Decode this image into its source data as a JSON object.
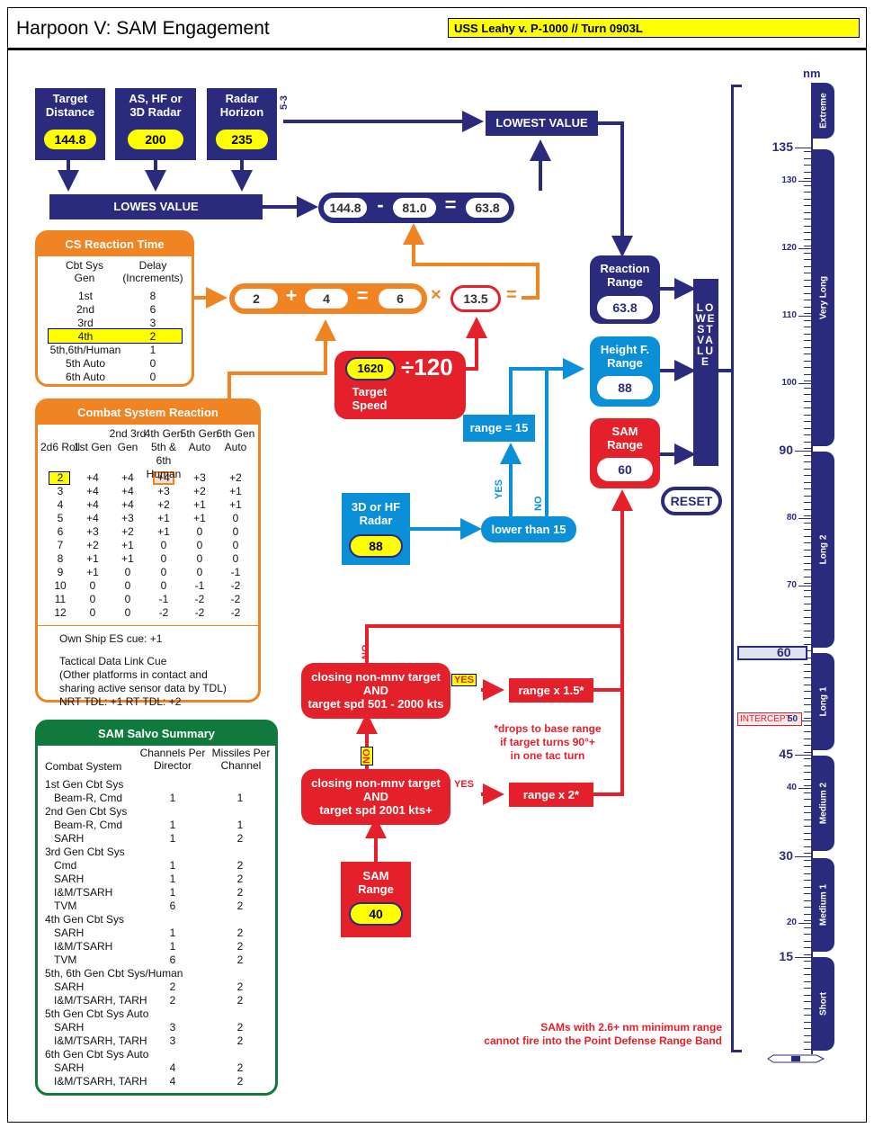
{
  "header": {
    "title": "Harpoon V: SAM Engagement",
    "scenario": "USS Leahy v. P-1000 // Turn 0903L"
  },
  "inputs": {
    "target_distance": {
      "label": "Target Distance",
      "value": "144.8"
    },
    "radar": {
      "label": "AS, HF or 3D Radar",
      "value": "200"
    },
    "radar_horizon": {
      "label": "Radar Horizon",
      "value": "235"
    },
    "ref": "5-3"
  },
  "lowes_value_label": "LOWES VALUE",
  "lowest_value_label": "LOWEST VALUE",
  "calc1": {
    "a": "144.8",
    "op": "-",
    "b": "81.0",
    "eq": "=",
    "result": "63.8"
  },
  "calc2": {
    "a": "2",
    "plus": "+",
    "b": "4",
    "eq": "=",
    "result": "6",
    "times": "×",
    "factor": "13.5",
    "eq2": "="
  },
  "target_speed": {
    "value": "1620",
    "divisor": "÷120",
    "label": "Target Speed"
  },
  "cs_reaction": {
    "title": "CS Reaction Time",
    "col1": "Cbt Sys Gen",
    "col2": "Delay (Increments)",
    "rows": [
      {
        "gen": "1st",
        "d": "8"
      },
      {
        "gen": "2nd",
        "d": "6"
      },
      {
        "gen": "3rd",
        "d": "3"
      },
      {
        "gen": "4th",
        "d": "2"
      },
      {
        "gen": "5th,6th/Human",
        "d": "1"
      },
      {
        "gen": "5th Auto",
        "d": "0"
      },
      {
        "gen": "6th Auto",
        "d": "0"
      }
    ]
  },
  "combat_reaction": {
    "title": "Combat System Reaction",
    "headers": [
      "2d6 Roll",
      "1st Gen",
      "2nd 3rd Gen",
      "4th Gen 5th & 6th Human",
      "5th Gen Auto",
      "6th Gen Auto"
    ],
    "rows": [
      [
        "2",
        "+4",
        "+4",
        "+4",
        "+3",
        "+2"
      ],
      [
        "3",
        "+4",
        "+4",
        "+3",
        "+2",
        "+1"
      ],
      [
        "4",
        "+4",
        "+4",
        "+2",
        "+1",
        "+1"
      ],
      [
        "5",
        "+4",
        "+3",
        "+1",
        "+1",
        "0"
      ],
      [
        "6",
        "+3",
        "+2",
        "+1",
        "0",
        "0"
      ],
      [
        "7",
        "+2",
        "+1",
        "0",
        "0",
        "0"
      ],
      [
        "8",
        "+1",
        "+1",
        "0",
        "0",
        "0"
      ],
      [
        "9",
        "+1",
        "0",
        "0",
        "0",
        "-1"
      ],
      [
        "10",
        "0",
        "0",
        "0",
        "-1",
        "-2"
      ],
      [
        "11",
        "0",
        "0",
        "-1",
        "-2",
        "-2"
      ],
      [
        "12",
        "0",
        "0",
        "-2",
        "-2",
        "-2"
      ]
    ],
    "notes": [
      "Own Ship ES cue: +1",
      "Tactical Data Link Cue",
      "(Other platforms in contact and",
      "sharing active sensor data by TDL)",
      "NRT TDL: +1    RT TDL: +2"
    ]
  },
  "salvo": {
    "title": "SAM Salvo Summary",
    "h1": "Combat System",
    "h2": "Channels Per Director",
    "h3": "Missiles Per Channel",
    "rows": [
      [
        "1st Gen Cbt Sys",
        "",
        ""
      ],
      [
        "Beam-R, Cmd",
        "1",
        "1"
      ],
      [
        "2nd Gen Cbt Sys",
        "",
        ""
      ],
      [
        "Beam-R, Cmd",
        "1",
        "1"
      ],
      [
        "SARH",
        "1",
        "2"
      ],
      [
        "3rd Gen Cbt Sys",
        "",
        ""
      ],
      [
        "Cmd",
        "1",
        "2"
      ],
      [
        "SARH",
        "1",
        "2"
      ],
      [
        "I&M/TSARH",
        "1",
        "2"
      ],
      [
        "TVM",
        "6",
        "2"
      ],
      [
        "4th Gen Cbt Sys",
        "",
        ""
      ],
      [
        "SARH",
        "1",
        "2"
      ],
      [
        "I&M/TSARH",
        "1",
        "2"
      ],
      [
        "TVM",
        "6",
        "2"
      ],
      [
        "5th, 6th Gen Cbt Sys/Human",
        "",
        ""
      ],
      [
        "SARH",
        "2",
        "2"
      ],
      [
        "I&M/TSARH, TARH",
        "2",
        "2"
      ],
      [
        "5th Gen Cbt Sys Auto",
        "",
        ""
      ],
      [
        "SARH",
        "3",
        "2"
      ],
      [
        "I&M/TSARH, TARH",
        "3",
        "2"
      ],
      [
        "6th Gen Cbt Sys Auto",
        "",
        ""
      ],
      [
        "SARH",
        "4",
        "2"
      ],
      [
        "I&M/TSARH, TARH",
        "4",
        "2"
      ]
    ]
  },
  "reaction_range": {
    "label": "Reaction Range",
    "value": "63.8"
  },
  "height_range": {
    "label": "Height F. Range",
    "value": "88"
  },
  "sam_range_top": {
    "label": "SAM Range",
    "value": "60"
  },
  "lowest_value_vertical": "LOWEST VALUE",
  "reset": "RESET",
  "range15": "range = 15",
  "yes": "YES",
  "no": "NO",
  "radar3d": {
    "label": "3D or HF Radar",
    "value": "88"
  },
  "lower15": "lower than 15",
  "closing1": {
    "l1": "closing non-mnv target",
    "l2": "AND",
    "l3": "target spd 501 - 2000 kts"
  },
  "closing2": {
    "l1": "closing non-mnv target",
    "l2": "AND",
    "l3": "target spd 2001 kts+"
  },
  "mult15": "range x 1.5*",
  "mult2": "range x 2*",
  "drops_note": [
    "*drops to base range",
    "if target turns 90°+",
    "in one tac turn"
  ],
  "sam_range_bottom": {
    "label": "SAM Range",
    "value": "40"
  },
  "warning": [
    "SAMs with 2.6+ nm minimum range",
    "cannot fire into the Point Defense Range Band"
  ],
  "scale": {
    "unit": "nm",
    "bands": [
      "Extreme",
      "Very Long",
      "Long 2",
      "Long 1",
      "Medium 2",
      "Medium 1",
      "Short"
    ],
    "major_labels": [
      "135",
      "90",
      "45",
      "30",
      "15"
    ],
    "minor_labels": [
      "130",
      "120",
      "110",
      "100",
      "80",
      "70",
      "50",
      "40",
      "20"
    ],
    "marker_value": "60",
    "intercept_label": "INTERCEPT",
    "intercept_value": "50"
  },
  "colors": {
    "navy": "#2b2b7e",
    "orange": "#f08322",
    "red": "#e4202b",
    "blue": "#0b8fd7",
    "yellow": "#ffff00",
    "green": "#0f7a3c"
  }
}
